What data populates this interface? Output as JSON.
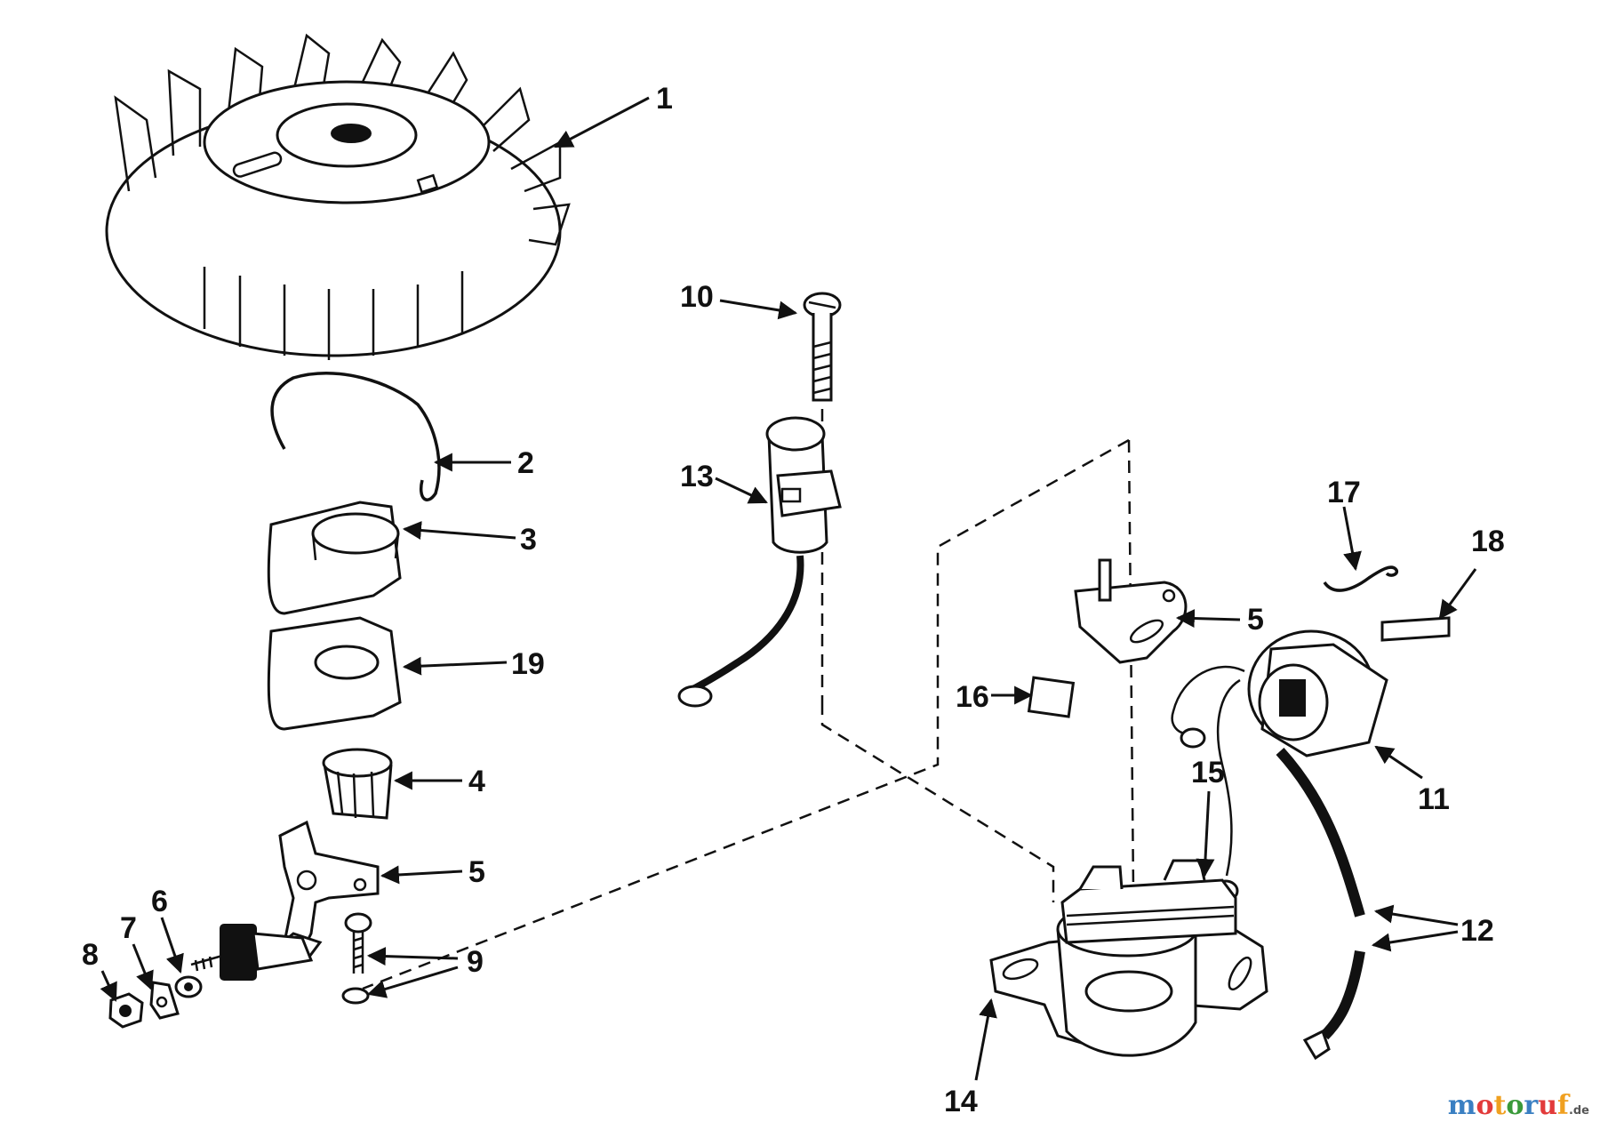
{
  "callouts": {
    "c1": "1",
    "c2": "2",
    "c3": "3",
    "c19": "19",
    "c4": "4",
    "c5a": "5",
    "c6": "6",
    "c7": "7",
    "c8": "8",
    "c9": "9",
    "c10": "10",
    "c13": "13",
    "c5b": "5",
    "c16": "16",
    "c17": "17",
    "c18": "18",
    "c11": "11",
    "c15": "15",
    "c12": "12",
    "c14": "14"
  },
  "watermark": {
    "letters": [
      "m",
      "o",
      "t",
      "o",
      "r",
      "u",
      "f"
    ],
    "colors": [
      "#3a7fc2",
      "#e23b3b",
      "#f0a020",
      "#3a9a3a",
      "#3a7fc2",
      "#e23b3b",
      "#f0a020"
    ],
    "suffix": ".de"
  }
}
